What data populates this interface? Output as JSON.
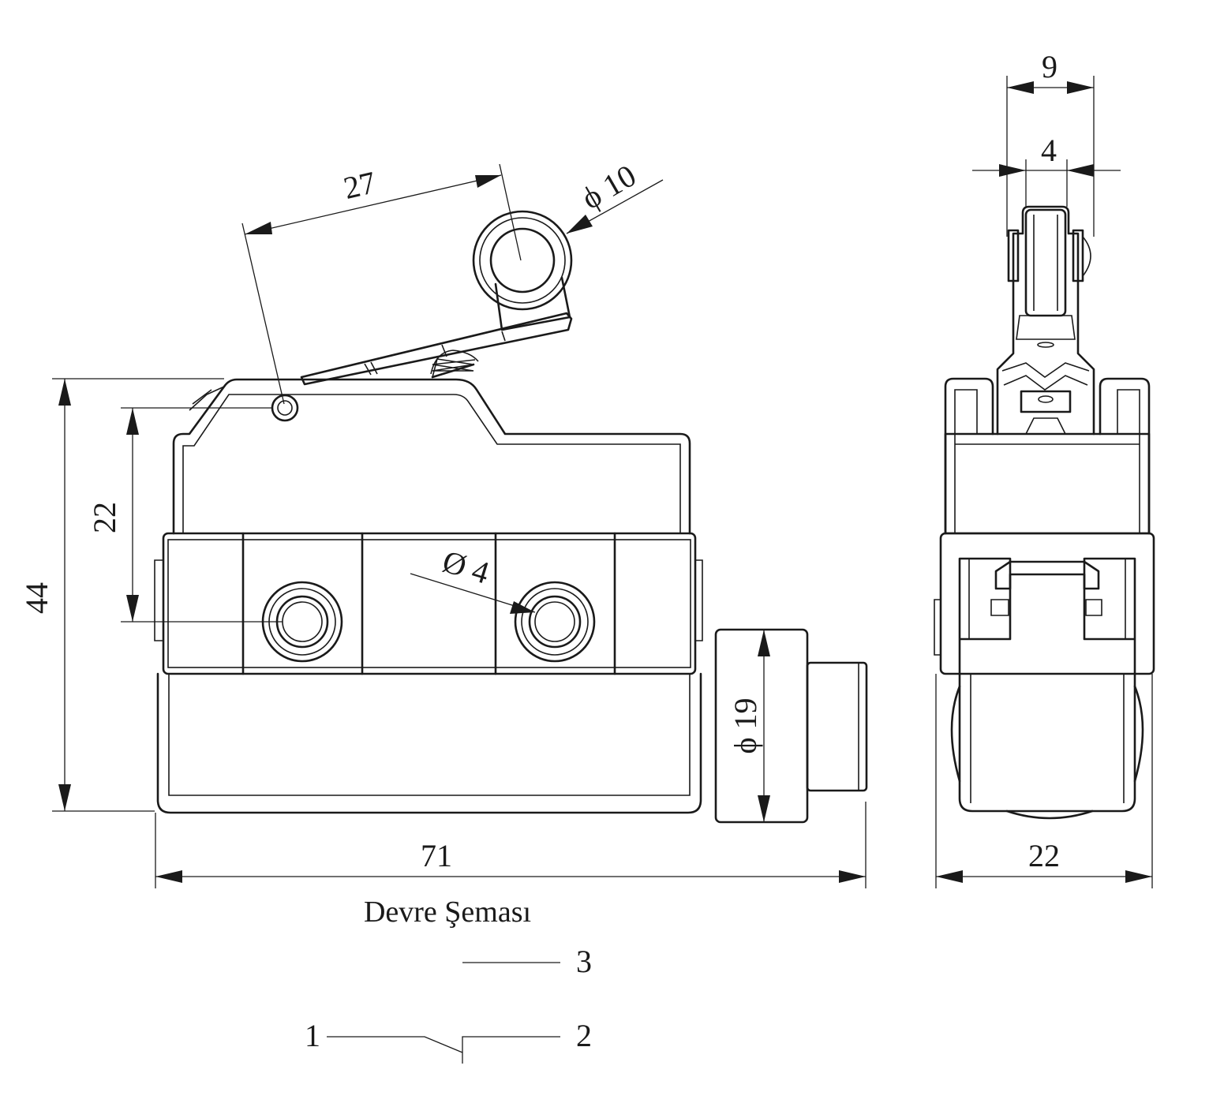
{
  "dimensions": {
    "lever_length": "27",
    "roller_diameter": "ϕ 10",
    "roller_width": "9",
    "wheel_width": "4",
    "height": "44",
    "hole_offset": "22",
    "hole_diameter": "Ø 4",
    "plunger_diameter": "ϕ 19",
    "body_length": "71",
    "body_width": "22"
  },
  "circuit": {
    "title": "Devre Şeması",
    "terminal_1": "1",
    "terminal_2": "2",
    "terminal_3": "3"
  }
}
